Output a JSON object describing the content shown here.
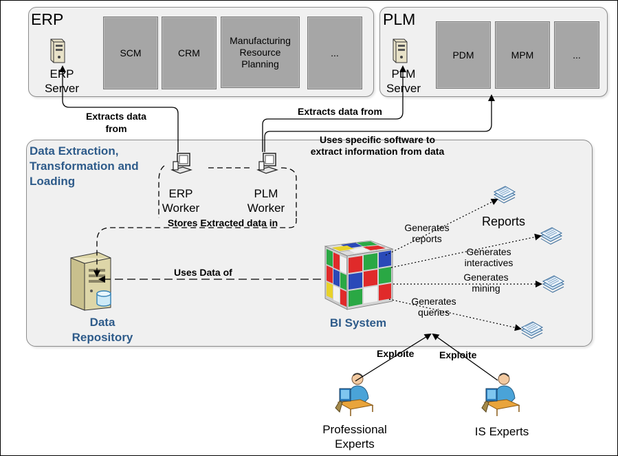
{
  "erp": {
    "title": "ERP",
    "server_label": "ERP Server",
    "modules": [
      "SCM",
      "CRM",
      "Manufacturing Resource Planning",
      "..."
    ]
  },
  "plm": {
    "title": "PLM",
    "server_label": "PLM Server",
    "modules": [
      "PDM",
      "MPM",
      "..."
    ]
  },
  "etl": {
    "title": "Data Extraction, Transformation and Loading",
    "erp_worker": "ERP Worker",
    "plm_worker": "PLM Worker",
    "repository": "Data Repository",
    "bi_system": "BI System"
  },
  "edges": {
    "erp_extract": "Extracts data from",
    "plm_extract": "Extracts data from",
    "specific_software": "Uses specific software to extract information from data",
    "stores": "Stores Extracted data in",
    "uses_data": "Uses Data of",
    "exploite_left": "Exploite",
    "exploite_right": "Exploite"
  },
  "outputs": {
    "reports_title": "Reports",
    "gen_reports": "Generates reports",
    "gen_interactives": "Generates interactives",
    "gen_mining": "Generates mining",
    "gen_queries": "Generates queries"
  },
  "experts": {
    "professional": "Professional Experts",
    "is": "IS Experts"
  },
  "colors": {
    "panel_fill": "#f0f0f0",
    "module_fill": "#a6a6a6",
    "etl_title": "#2e5b8a"
  }
}
